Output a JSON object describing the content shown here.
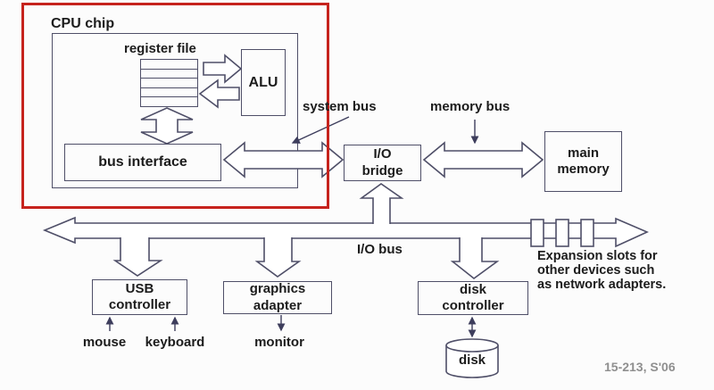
{
  "colors": {
    "line": "#4f4f68",
    "highlight_red": "#c6231d",
    "text": "#1c1c1c",
    "muted_text": "#8f8f8f",
    "background": "#fcfcfc"
  },
  "cpu": {
    "title": "CPU chip",
    "register_file_label": "register file",
    "alu_label": "ALU",
    "bus_interface_label": "bus interface",
    "register_rows": 5
  },
  "buses": {
    "system_bus_label": "system bus",
    "memory_bus_label": "memory bus",
    "io_bus_label": "I/O bus"
  },
  "nodes": {
    "io_bridge_label": "I/O\nbridge",
    "main_memory_label": "main\nmemory",
    "usb_controller_label": "USB\ncontroller",
    "graphics_adapter_label": "graphics\nadapter",
    "disk_controller_label": "disk\ncontroller",
    "disk_label": "disk"
  },
  "peripherals": {
    "mouse_label": "mouse",
    "keyboard_label": "keyboard",
    "monitor_label": "monitor"
  },
  "annotations": {
    "expansion_note": "Expansion slots for\nother devices such\nas network adapters."
  },
  "footer": {
    "course_id": "15-213, S'06"
  }
}
